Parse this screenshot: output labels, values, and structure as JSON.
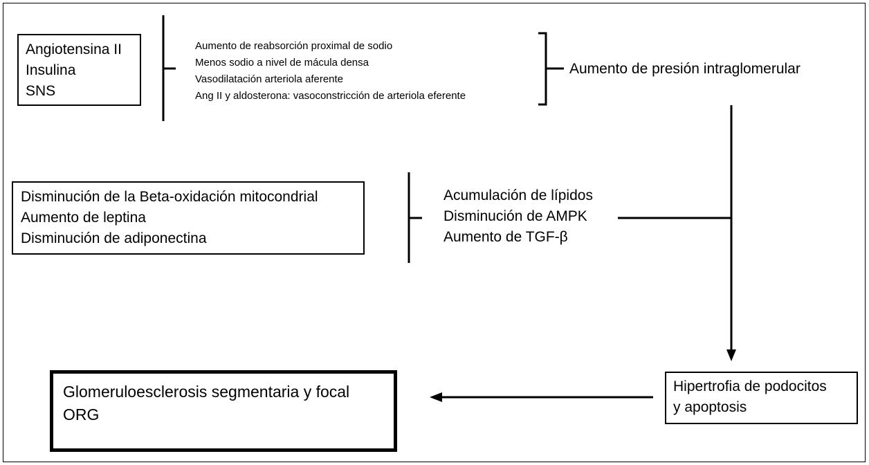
{
  "box_inputs_1": [
    "Angiotensina II",
    "Insulina",
    "SNS"
  ],
  "mechanisms_1": [
    "Aumento de reabsorción proximal de sodio",
    "Menos sodio a nivel de mácula densa",
    "Vasodilatación arteriola aferente",
    "Ang II y aldosterona: vasoconstricción de arteriola eferente"
  ],
  "result_1": "Aumento de presión intraglomerular",
  "box_inputs_2": [
    "Disminución de la Beta-oxidación mitocondrial",
    "Aumento de leptina",
    "Disminución de adiponectina"
  ],
  "mechanisms_2": [
    "Acumulación de lípidos",
    "Disminución  de AMPK",
    "Aumento de TGF-β"
  ],
  "podocyte_box": [
    "Hipertrofia de podocitos",
    "y apoptosis"
  ],
  "final_box": [
    "Glomeruloesclerosis segmentaria y focal",
    "ORG"
  ]
}
